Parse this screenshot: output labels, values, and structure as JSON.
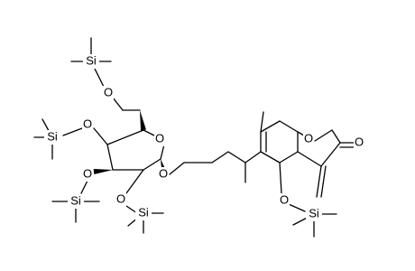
{
  "molecule": {
    "atom_labels": [
      {
        "id": "si-6",
        "text": "Si"
      },
      {
        "id": "o-6",
        "text": "O"
      },
      {
        "id": "si-4",
        "text": "Si"
      },
      {
        "id": "o-4",
        "text": "O"
      },
      {
        "id": "o-ring",
        "text": "O"
      },
      {
        "id": "si-3",
        "text": "Si"
      },
      {
        "id": "o-3",
        "text": "O"
      },
      {
        "id": "o-glycosidic",
        "text": "O"
      },
      {
        "id": "si-2",
        "text": "Si"
      },
      {
        "id": "o-2",
        "text": "O"
      },
      {
        "id": "o-lactone-ring",
        "text": "O"
      },
      {
        "id": "o-carbonyl",
        "text": "O"
      },
      {
        "id": "o-aglycone",
        "text": "O"
      },
      {
        "id": "si-aglycone",
        "text": "Si"
      }
    ]
  }
}
